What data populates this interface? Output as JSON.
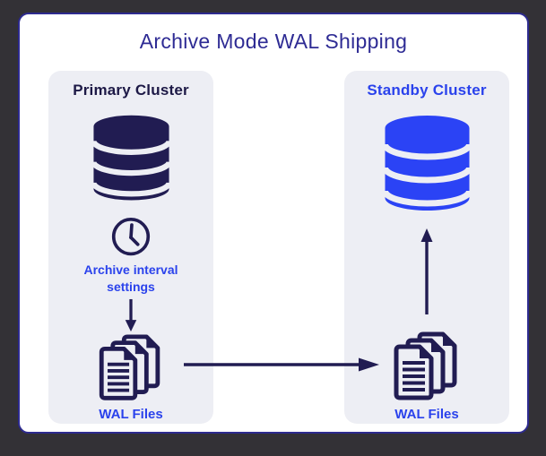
{
  "title": "Archive Mode WAL Shipping",
  "colors": {
    "bg": "#333136",
    "card-bg": "#ffffff",
    "card-border": "#2d2a8f",
    "title-color": "#2e2b94",
    "panel-bg": "#edeef4",
    "navy": "#211c52",
    "navy-dark": "#1d1946",
    "blue": "#2a42ec",
    "db-blue": "#2b43f5"
  },
  "primary": {
    "title": "Primary Cluster",
    "interval_label": "Archive interval settings",
    "wal_label": "WAL Files"
  },
  "standby": {
    "title": "Standby Cluster",
    "wal_label": "WAL Files"
  },
  "icons": [
    "database-icon",
    "clock-icon",
    "down-arrow-icon",
    "document-stack-icon",
    "right-arrow-icon",
    "up-arrow-icon"
  ]
}
